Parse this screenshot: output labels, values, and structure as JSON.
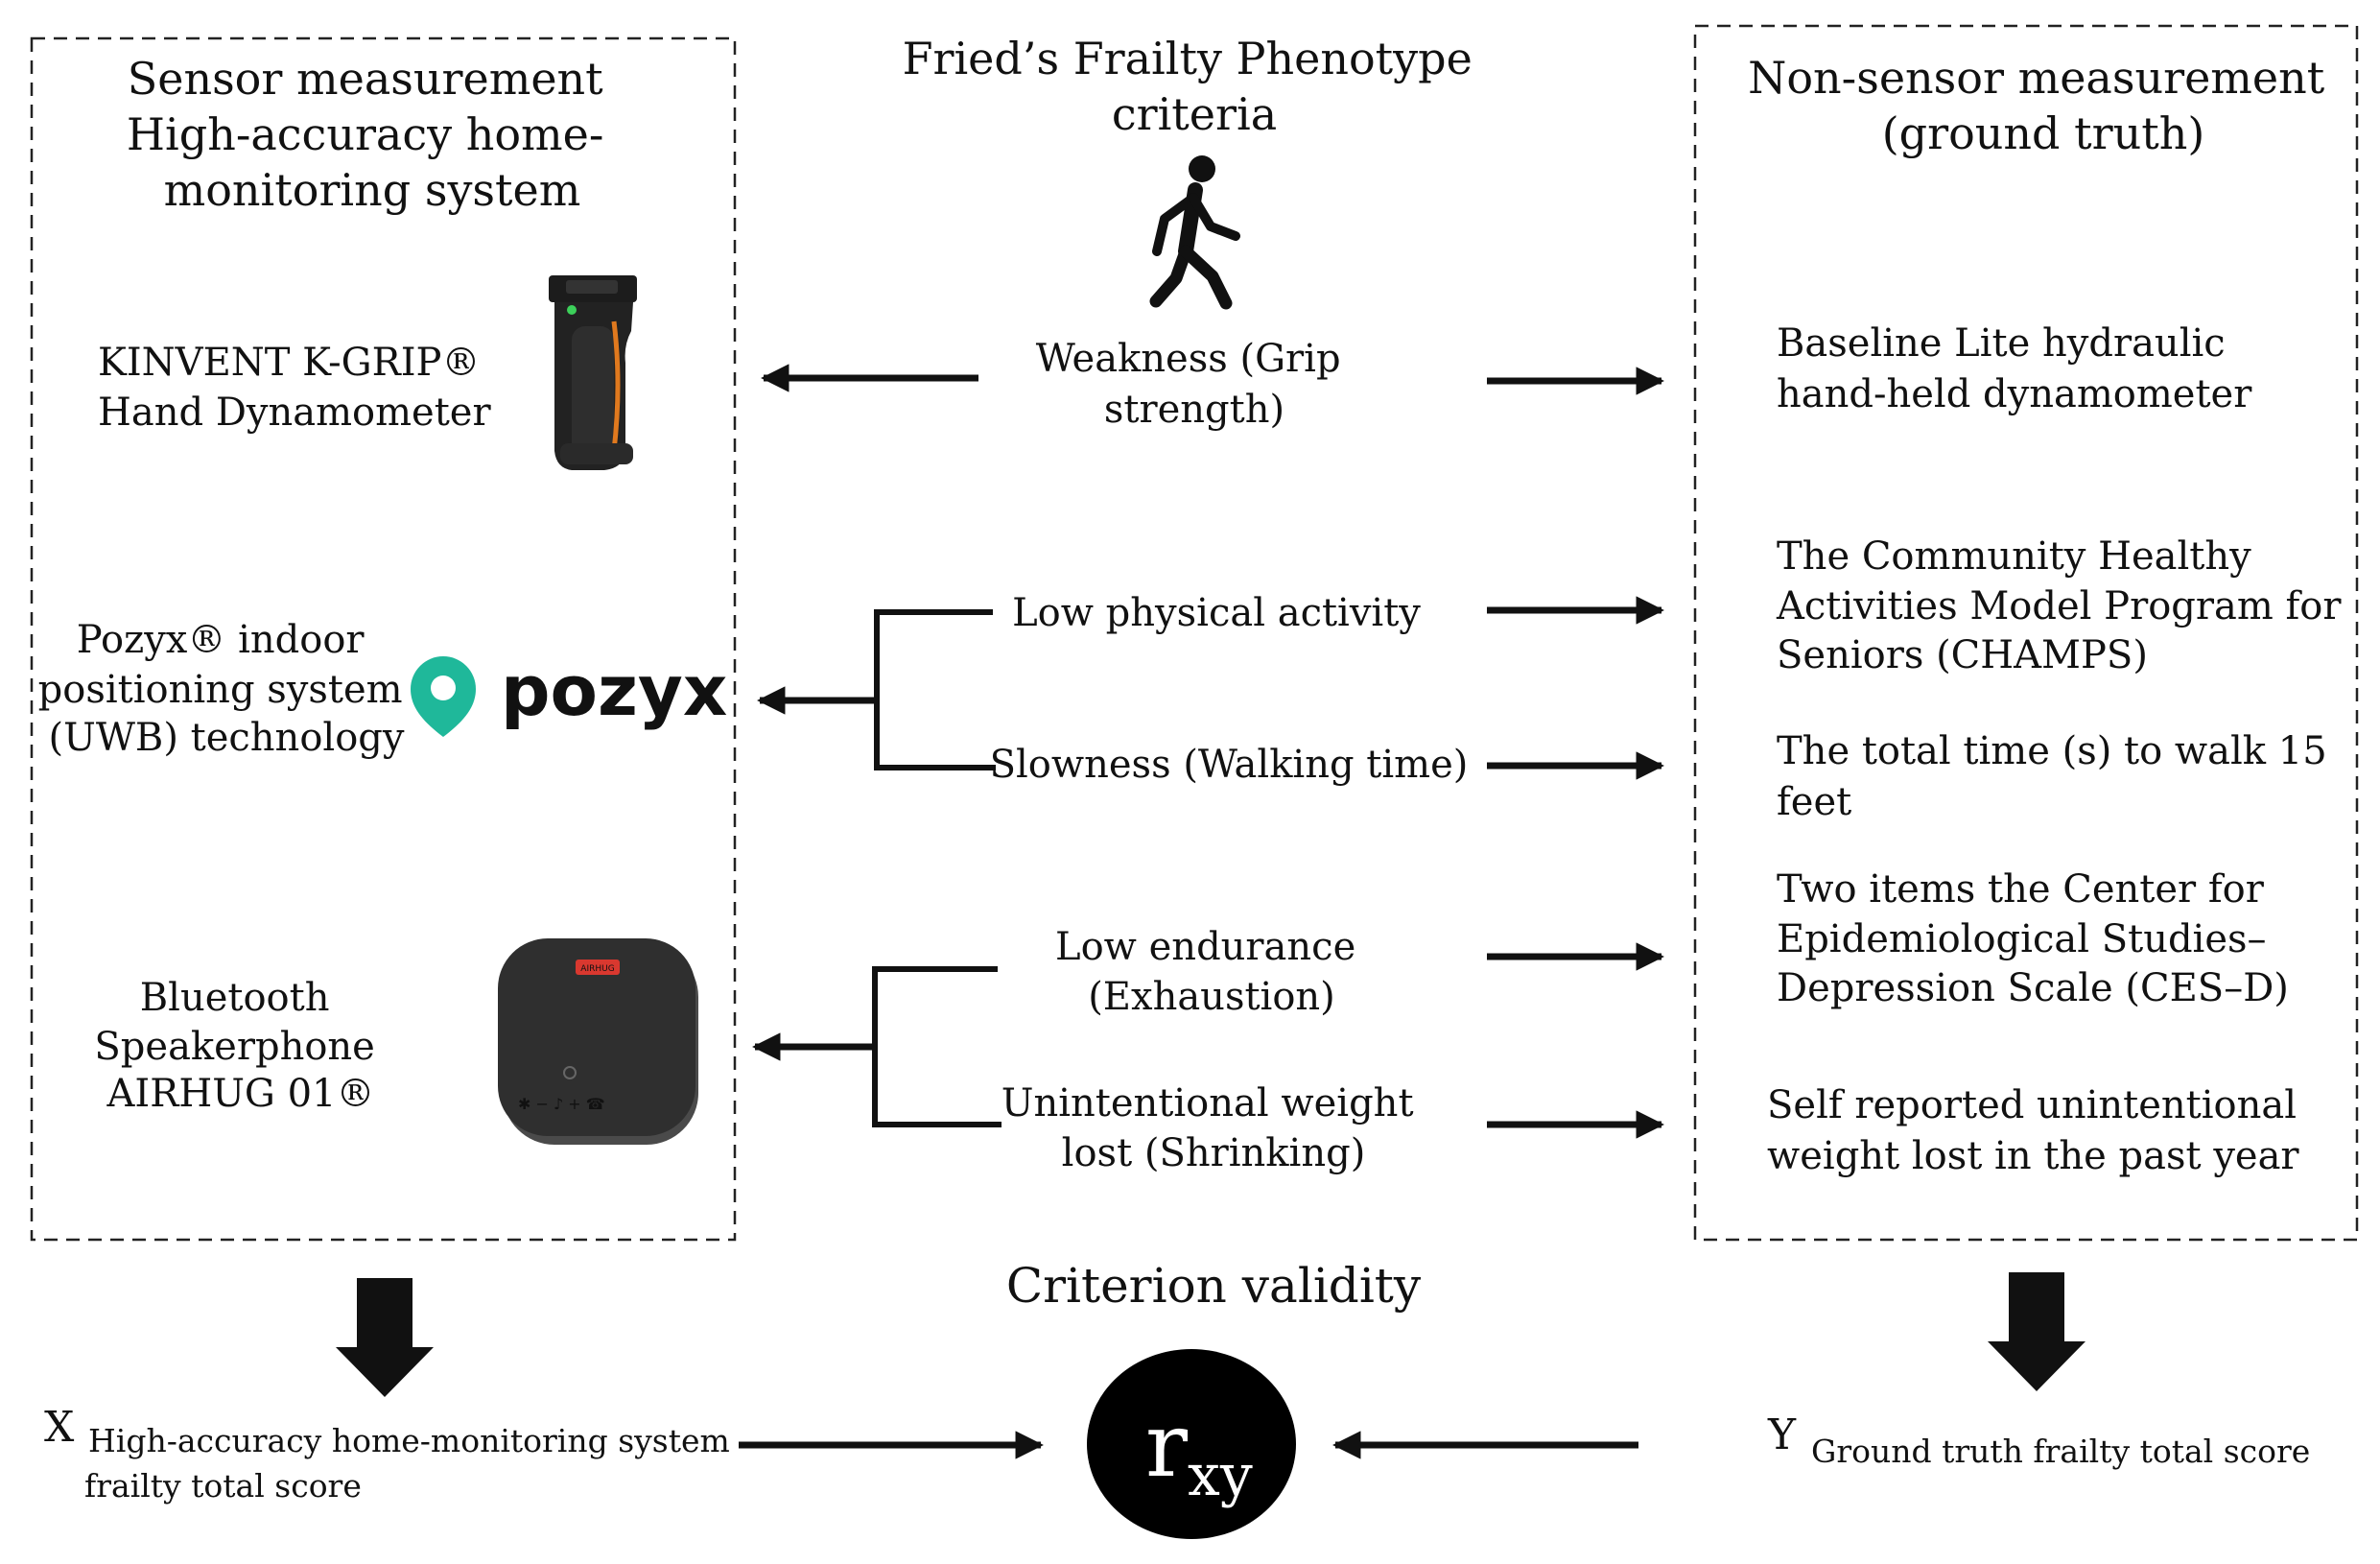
{
  "left_panel": {
    "title": [
      "Sensor measurement",
      "High-accuracy home-",
      "monitoring system"
    ],
    "devices": [
      {
        "label": [
          "KINVENT K-GRIP®",
          "Hand Dynamometer"
        ],
        "icon": "grip-dynamometer-image"
      },
      {
        "label": [
          "Pozyx® indoor",
          "positioning system",
          "(UWB) technology"
        ],
        "icon": "pozyx-logo",
        "logo_text": "pozyx",
        "logo_color": "#1fb89a"
      },
      {
        "label": [
          "Bluetooth",
          "Speakerphone",
          "AIRHUG 01®"
        ],
        "icon": "speakerphone-image",
        "badge_text": "AIRHUG",
        "badge_color": "#d9382f"
      }
    ]
  },
  "center": {
    "title": [
      "Fried’s Frailty Phenotype",
      "criteria"
    ],
    "icon": "walking-person-icon",
    "criteria": [
      {
        "label": [
          "Weakness (Grip",
          "strength)"
        ]
      },
      {
        "label": [
          "Low physical activity"
        ]
      },
      {
        "label": [
          "Slowness (Walking time)"
        ]
      },
      {
        "label": [
          "Low endurance",
          "(Exhaustion)"
        ]
      },
      {
        "label": [
          "Unintentional weight",
          "lost (Shrinking)"
        ]
      }
    ]
  },
  "right_panel": {
    "title": [
      "Non-sensor measurement",
      "(ground truth)"
    ],
    "measures": [
      {
        "label": [
          "Baseline Lite hydraulic",
          "hand-held dynamometer"
        ]
      },
      {
        "label": [
          "The Community Healthy",
          "Activities Model Program for",
          "Seniors (CHAMPS)"
        ]
      },
      {
        "label": [
          "The total time (s) to walk 15",
          "feet"
        ]
      },
      {
        "label": [
          "Two items the Center for",
          "Epidemiological Studies–",
          "Depression Scale (CES–D)"
        ]
      },
      {
        "label": [
          "Self reported unintentional",
          "weight lost in the past year"
        ]
      }
    ]
  },
  "bottom": {
    "criterion_title": "Criterion validity",
    "x_var": "X",
    "x_label": [
      "High-accuracy home-monitoring system",
      "frailty total score"
    ],
    "y_var": "Y",
    "y_label": "Ground truth frailty total score",
    "circle_main": "r",
    "circle_sub": "xy"
  }
}
